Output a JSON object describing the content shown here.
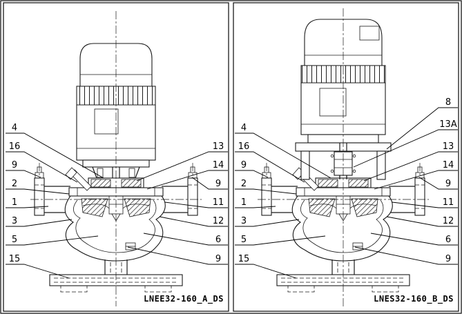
{
  "figure": {
    "background": "#ffffff",
    "line_color": "#1a1a1a",
    "panels": [
      {
        "code": "LNEE32-160_A_DS",
        "left_callouts": [
          "4",
          "16",
          "9",
          "2",
          "1",
          "3",
          "5",
          "15"
        ],
        "right_callouts": [
          "13",
          "14",
          "9",
          "11",
          "12",
          "6",
          "9"
        ]
      },
      {
        "code": "LNES32-160_B_DS",
        "left_callouts": [
          "4",
          "16",
          "9",
          "2",
          "1",
          "3",
          "5",
          "15"
        ],
        "right_callouts": [
          "8",
          "13A",
          "13",
          "14",
          "9",
          "11",
          "12",
          "6",
          "9"
        ]
      }
    ]
  }
}
